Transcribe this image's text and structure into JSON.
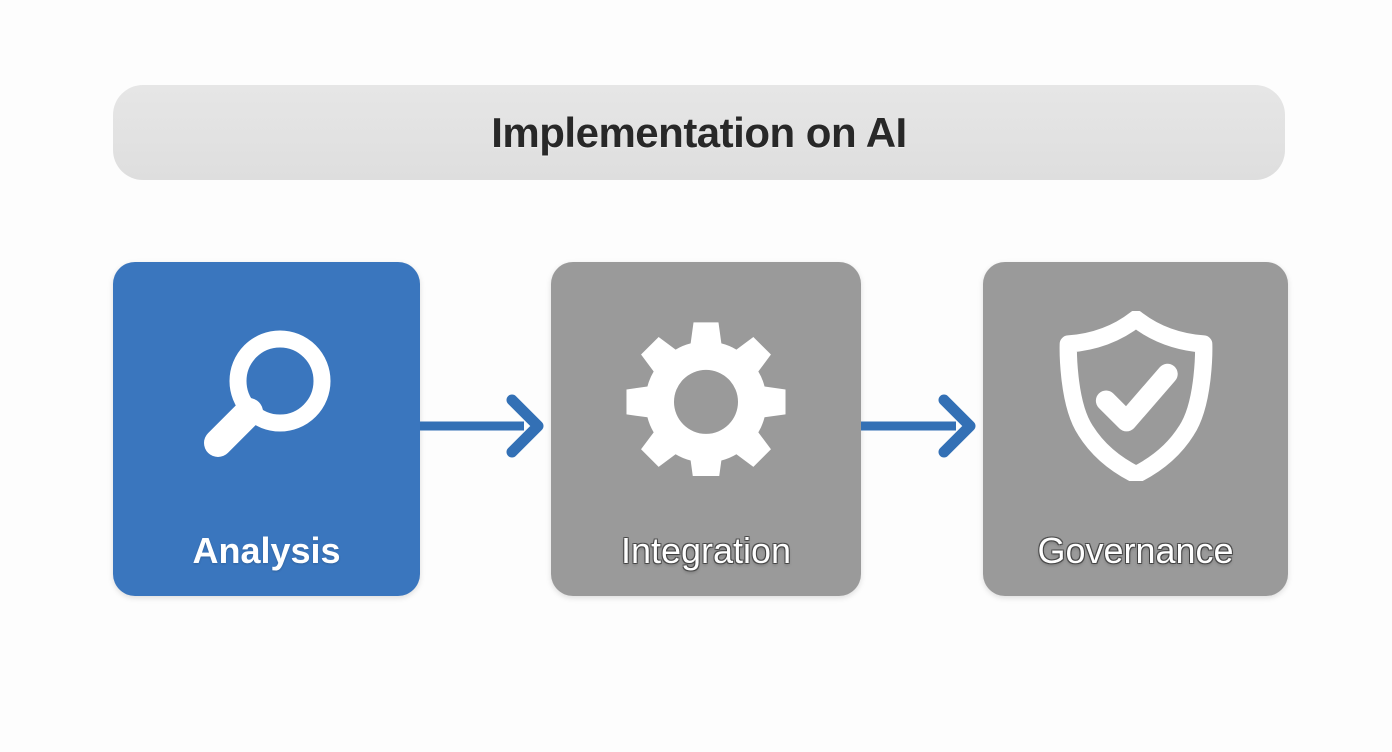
{
  "header": {
    "title": "Implementation on AI",
    "background_color": "#E3E3E3",
    "text_color": "#282828"
  },
  "background_color": "#FDFDFD",
  "accent_color": "#3A76BE",
  "muted_color": "#9A9A9A",
  "flow": {
    "steps": [
      {
        "id": "analysis",
        "label": "Analysis",
        "icon": "magnifier-icon",
        "color": "#3A76BE",
        "state": "active",
        "order": 1
      },
      {
        "id": "integration",
        "label": "Integration",
        "icon": "gear-icon",
        "color": "#9A9A9A",
        "state": "inactive",
        "order": 2
      },
      {
        "id": "governance",
        "label": "Governance",
        "icon": "shield-check-icon",
        "color": "#9A9A9A",
        "state": "inactive",
        "order": 3
      }
    ],
    "connectors": [
      {
        "id": "arrow-1",
        "from": "analysis",
        "to": "integration",
        "icon": "arrow-right-icon",
        "color": "#3370B5"
      },
      {
        "id": "arrow-2",
        "from": "integration",
        "to": "governance",
        "icon": "arrow-right-icon",
        "color": "#3370B5"
      }
    ]
  }
}
